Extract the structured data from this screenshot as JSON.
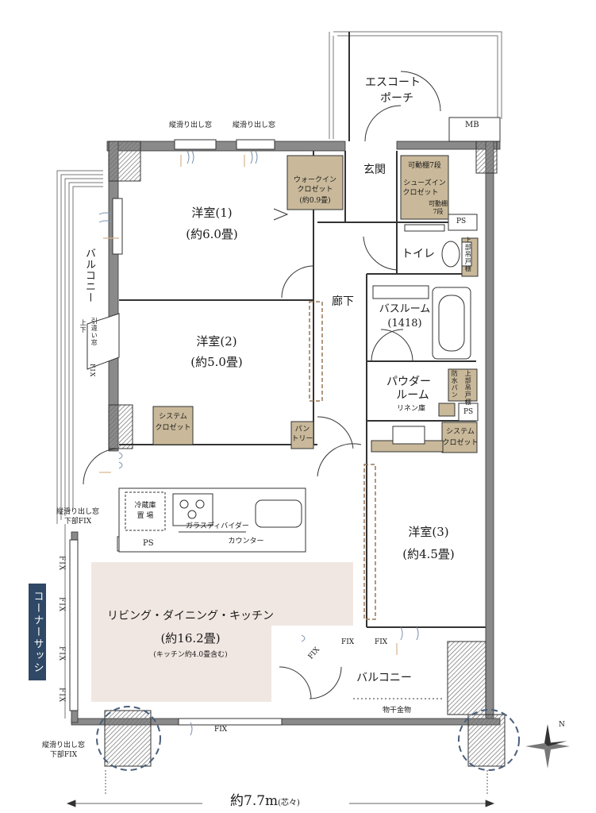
{
  "rooms": {
    "western1": {
      "name": "洋室(1)",
      "size": "(約6.0畳)"
    },
    "western2": {
      "name": "洋室(2)",
      "size": "(約5.0畳)"
    },
    "western3": {
      "name": "洋室(3)",
      "size": "(約4.5畳)"
    },
    "ldk": {
      "name": "リビング・ダイニング・キッチン",
      "size": "(約16.2畳)",
      "note": "(キッチン約4.0畳含む)"
    },
    "bath": {
      "name": "バスルーム",
      "size": "(1418)"
    },
    "powder": {
      "name": "パウダー",
      "name2": "ルーム"
    },
    "toilet": "トイレ",
    "entrance": "玄関",
    "corridor": "廊下",
    "porch": {
      "line1": "エスコート",
      "line2": "ポーチ"
    }
  },
  "storage": {
    "walkin": {
      "line1": "ウォークイン",
      "line2": "クロゼット",
      "line3": "(約0.9畳)"
    },
    "shoes": {
      "shelf": "可動棚7段",
      "line1": "シューズイン",
      "line2": "クロゼット",
      "shelf2a": "可動棚",
      "shelf2b": "7段"
    },
    "system1": {
      "line1": "システム",
      "line2": "クロゼット"
    },
    "system2": {
      "line1": "システム",
      "line2": "クロゼット"
    },
    "pantry": {
      "line1": "パン",
      "line2": "トリー"
    },
    "upper_shelf": "上部吊戸棚",
    "waterproof": {
      "a": "防水パン",
      "b": "上部吊戸棚"
    },
    "linen": "リネン庫"
  },
  "labels": {
    "mb": "MB",
    "ps1": "PS",
    "ps2": "PS",
    "ps3": "PS",
    "balcony_west": "バルコニー",
    "balcony_south": "バルコニー",
    "drying": "物干金物",
    "fridge": {
      "line1": "冷蔵庫",
      "line2": "置 場"
    },
    "glass_divider": "ガラスディバイダー",
    "counter": "カウンター",
    "corner_sash": "コーナーサッシ",
    "window_top1": "縦滑り出し窓",
    "window_top2": "縦滑り出し窓",
    "window_west": {
      "line1": "縦滑り出し窓",
      "line2": "下部FIX"
    },
    "window_sw": {
      "line1": "縦滑り出し窓",
      "line2": "下部FIX"
    },
    "sliding": {
      "a": "上下",
      "b": "引違い窓",
      "c": "FIX"
    },
    "fix": "FIX",
    "fix_side": [
      "FIX",
      "FIX",
      "FIX",
      "FIX"
    ],
    "dimension": "約7.7m",
    "dimension_note": "(芯々)",
    "compass_n": "N"
  },
  "colors": {
    "wall": "#8a8a8a",
    "storage": "#c9b99a",
    "ldk_floor": "#f1e7e2",
    "corner_sash_bg": "#2f4866",
    "circle": "#4a5e7a",
    "pantry_dash": "#b08a62"
  }
}
